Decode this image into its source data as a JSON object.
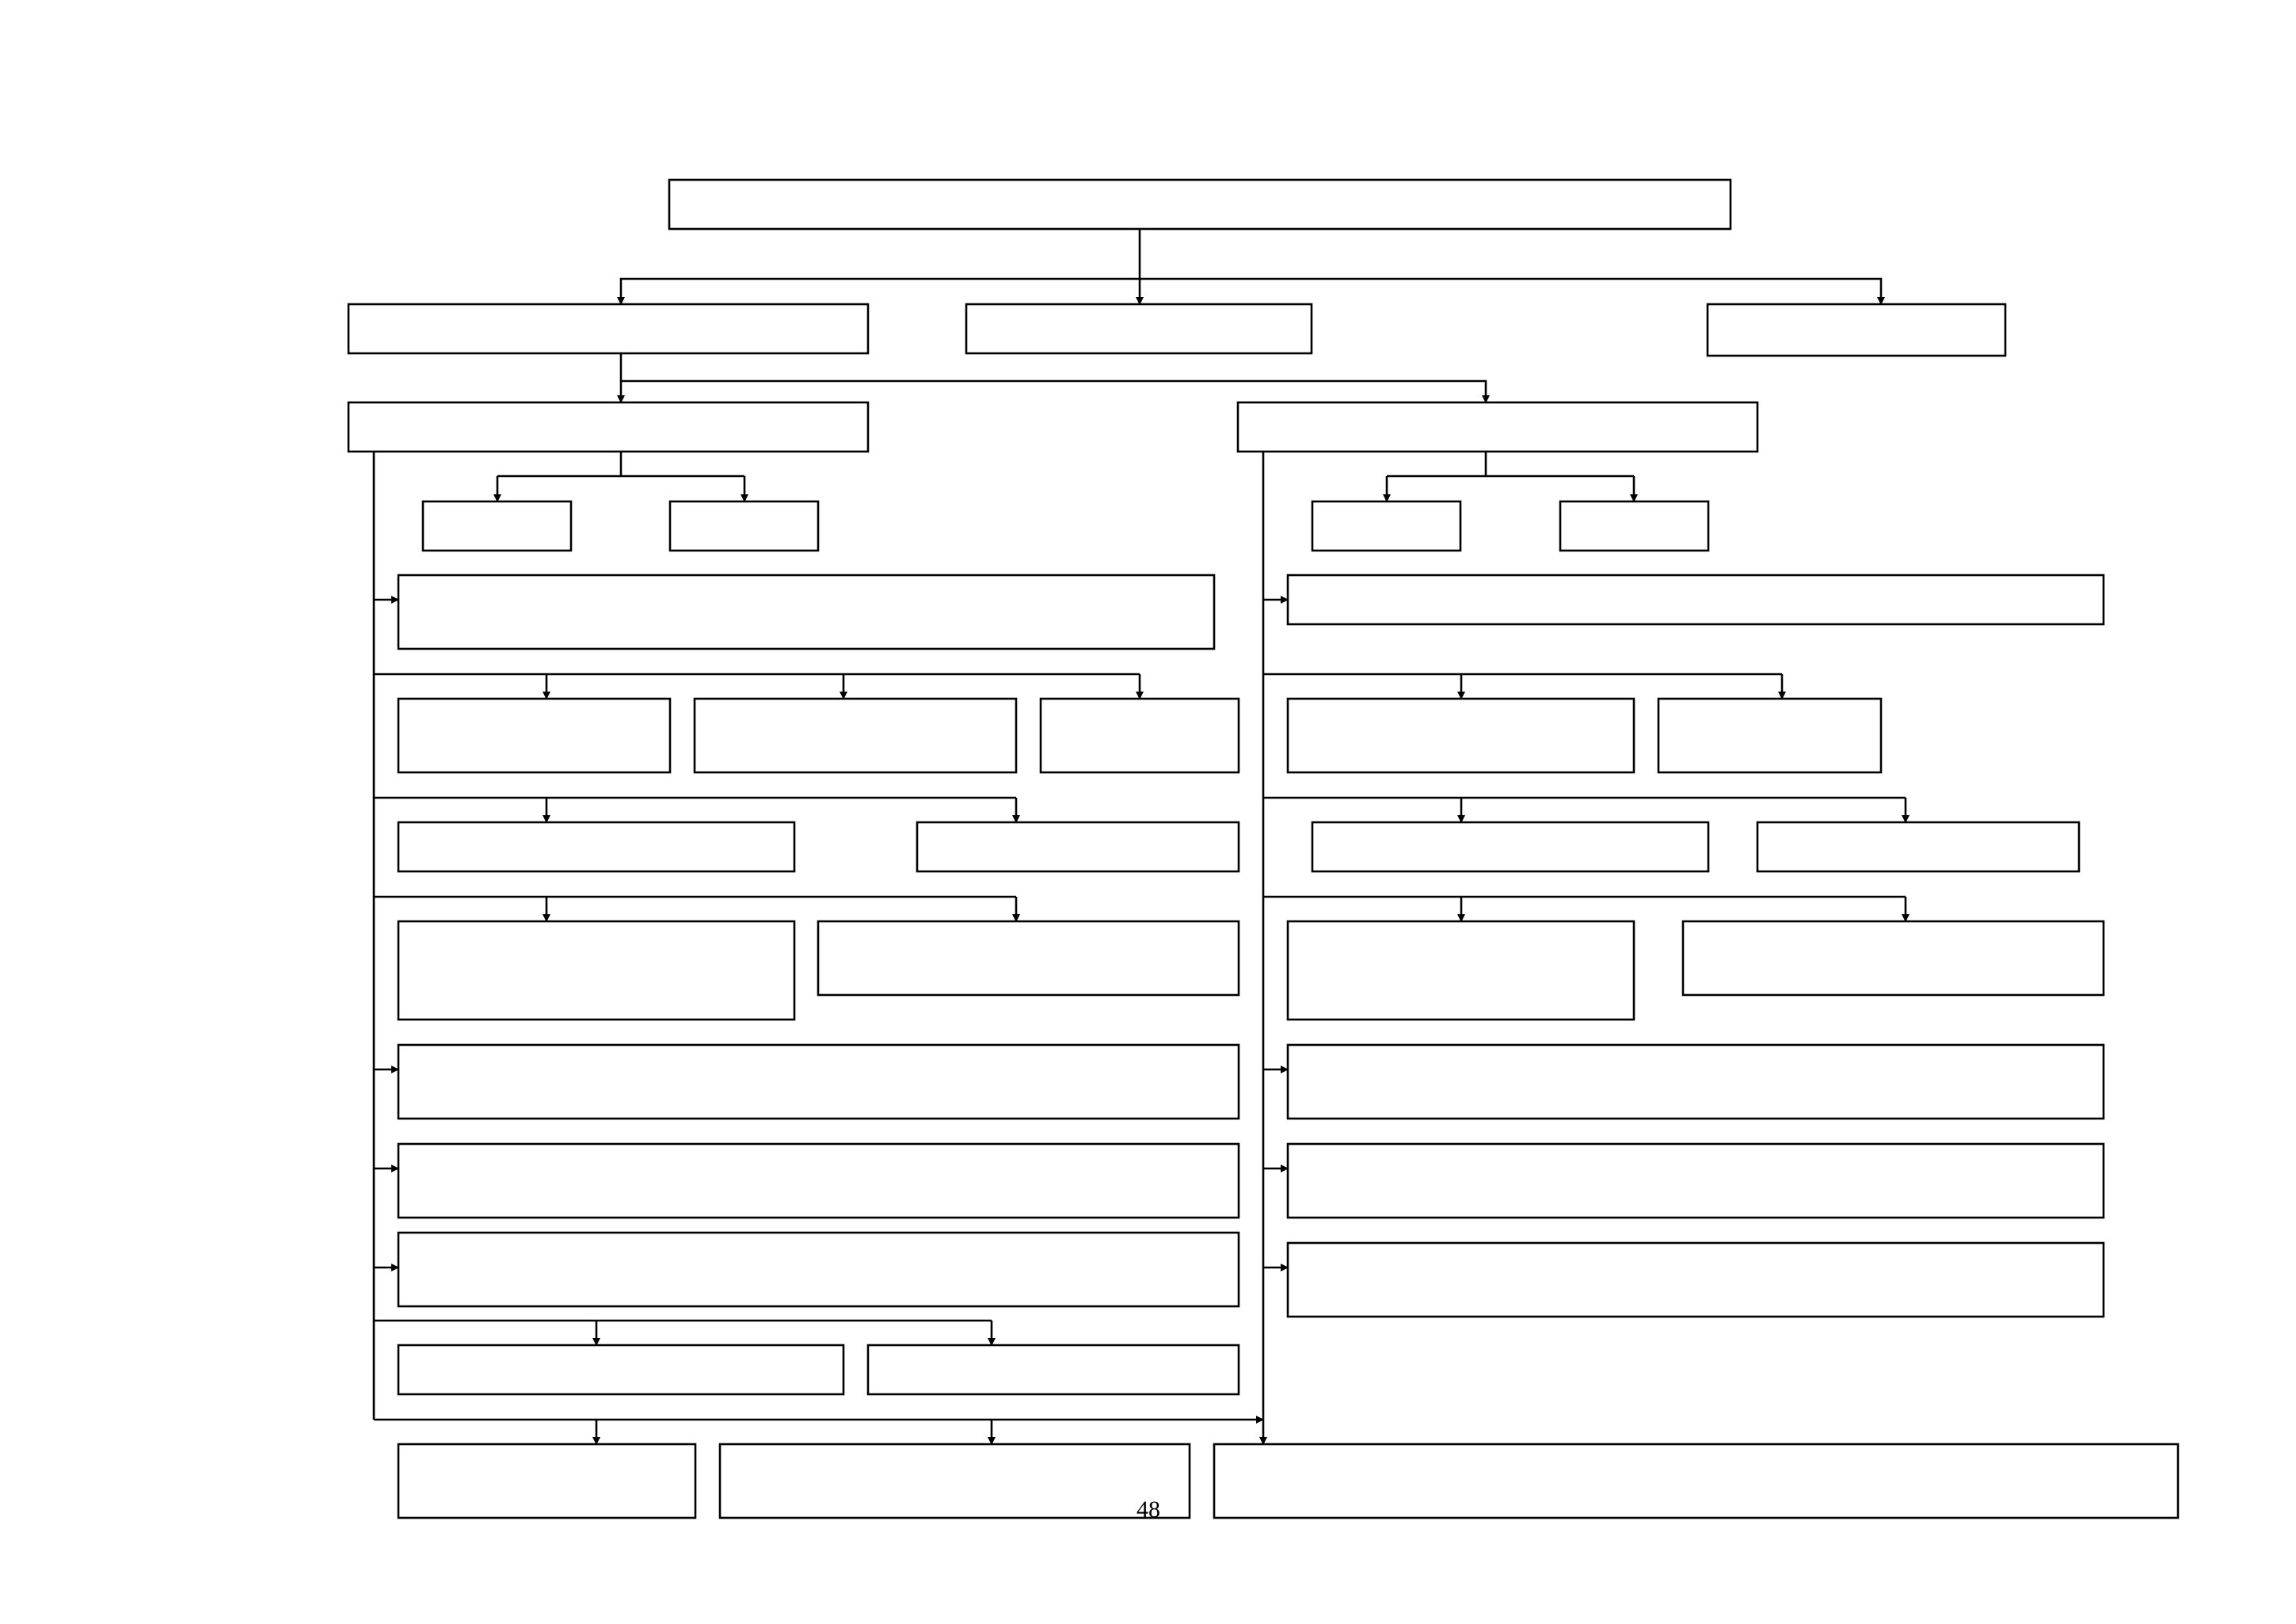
{
  "page": {
    "number": "48"
  },
  "diagram": {
    "type": "flowchart",
    "box_labels": "none visible",
    "line_color": "#000000",
    "background": "#ffffff"
  }
}
